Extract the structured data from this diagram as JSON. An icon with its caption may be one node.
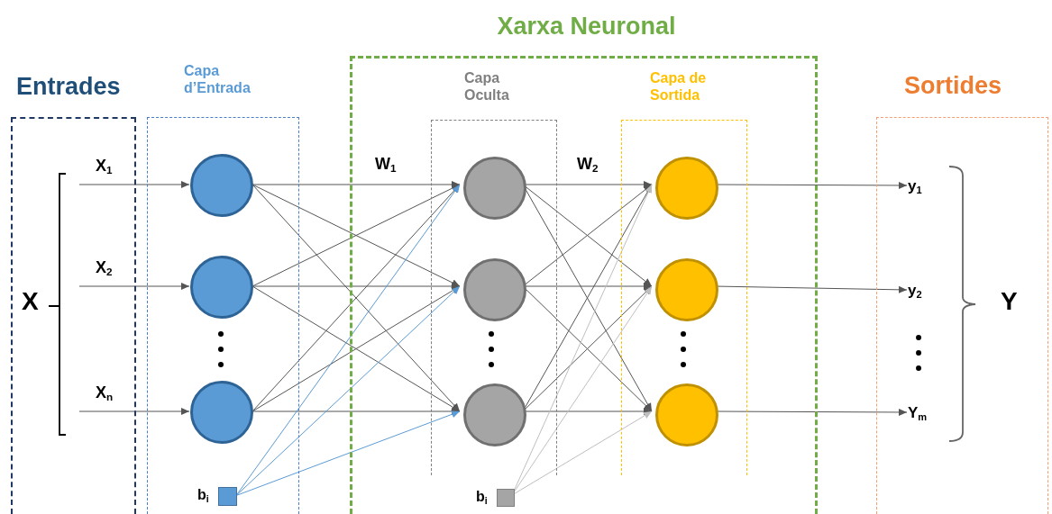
{
  "diagram": {
    "nodes": [
      {
        "text": [
          "Entrades"
        ]
      },
      {
        "text": [
          "Capa d’Entrada"
        ]
      },
      {
        "text": [
          "Xarxa Neuronal"
        ]
      },
      {
        "text": [
          "Capa Oculta"
        ],
        "in": 2
      },
      {
        "text": [
          "Capa de Sortida"
        ],
        "in": 2
      },
      {
        "text": [
          "Sortides"
        ]
      },
      {
        "text": [],
        "shape": "circle",
        "in": 1
      },
      {
        "text": [],
        "shape": "circle",
        "in": 1
      },
      {
        "text": [],
        "shape": "circle",
        "in": 1
      },
      {
        "text": [],
        "shape": "box",
        "in": 1,
        "beside": [
          "b$_{i}$"
        ]
      },
      {
        "text": [],
        "shape": "circle",
        "in": 3
      },
      {
        "text": [],
        "shape": "circle",
        "in": 3
      },
      {
        "text": [],
        "shape": "circle",
        "in": 3
      },
      {
        "text": [],
        "shape": "box",
        "in": 2,
        "beside": [
          "b$_{i}$"
        ]
      },
      {
        "text": [],
        "shape": "circle",
        "in": 4
      },
      {
        "text": [],
        "shape": "circle",
        "in": 4
      },
      {
        "text": [],
        "shape": "circle",
        "in": 4
      },
      {
        "text": [
          "y$_{1}$"
        ],
        "in": 5
      },
      {
        "text": [
          "y$_{2}$"
        ],
        "in": 5
      },
      {
        "text": [
          "Y$_{m}$"
        ],
        "in": 5
      }
    ],
    "edges": [
      {
        "from": 0,
        "to": 6,
        "arrow": "to",
        "label": "X$_{1}$"
      },
      {
        "from": 0,
        "to": 7,
        "arrow": "to",
        "label": "X$_{2}$"
      },
      {
        "from": 0,
        "to": 8,
        "arrow": "to",
        "label": "X$_{n}$"
      },
      {
        "from": 6,
        "to": 10,
        "arrow": "to"
      },
      {
        "from": 6,
        "to": 11,
        "arrow": "to"
      },
      {
        "from": 6,
        "to": 12,
        "arrow": "to"
      },
      {
        "from": 7,
        "to": 10,
        "arrow": "to"
      },
      {
        "from": 7,
        "to": 11,
        "arrow": "to"
      },
      {
        "from": 7,
        "to": 12,
        "arrow": "to"
      },
      {
        "from": 8,
        "to": 10,
        "arrow": "to"
      },
      {
        "from": 8,
        "to": 11,
        "arrow": "to"
      },
      {
        "from": 8,
        "to": 12,
        "arrow": "to"
      },
      {
        "from": 9,
        "to": 10,
        "arrow": "to",
        "color": "#5b9bd5"
      },
      {
        "from": 9,
        "to": 11,
        "arrow": "to",
        "color": "#5b9bd5"
      },
      {
        "from": 9,
        "to": 12,
        "arrow": "to",
        "color": "#5b9bd5"
      },
      {
        "from": 10,
        "to": 14,
        "arrow": "to"
      },
      {
        "from": 10,
        "to": 15,
        "arrow": "to"
      },
      {
        "from": 10,
        "to": 16,
        "arrow": "to"
      },
      {
        "from": 11,
        "to": 14,
        "arrow": "to"
      },
      {
        "from": 11,
        "to": 15,
        "arrow": "to"
      },
      {
        "from": 11,
        "to": 16,
        "arrow": "to"
      },
      {
        "from": 12,
        "to": 14,
        "arrow": "to"
      },
      {
        "from": 12,
        "to": 15,
        "arrow": "to"
      },
      {
        "from": 12,
        "to": 16,
        "arrow": "to"
      },
      {
        "from": 13,
        "to": 14,
        "arrow": "to",
        "color": "#bfbfbf"
      },
      {
        "from": 13,
        "to": 15,
        "arrow": "to",
        "color": "#bfbfbf"
      },
      {
        "from": 13,
        "to": 16,
        "arrow": "to",
        "color": "#bfbfbf"
      },
      {
        "from": 14,
        "to": 17,
        "arrow": "to"
      },
      {
        "from": 15,
        "to": 18,
        "arrow": "to"
      },
      {
        "from": 16,
        "to": 19,
        "arrow": "to"
      }
    ],
    "labels": [
      "X",
      "W$_{1}$",
      "W$_{2}$",
      "Y"
    ]
  }
}
